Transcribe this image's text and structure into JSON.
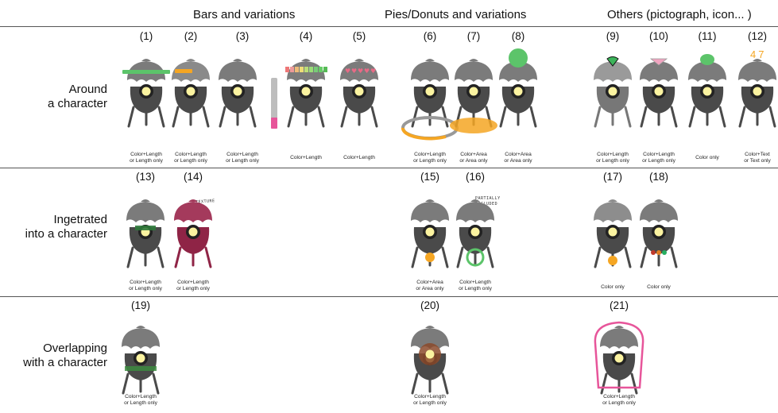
{
  "groups": [
    {
      "title": "Bars and variations"
    },
    {
      "title": "Pies/Donuts and variations"
    },
    {
      "title": "Others (pictograph, icon... )"
    }
  ],
  "columns": [
    "(1)",
    "(2)",
    "(3)",
    "(4)",
    "(5)",
    "(6)",
    "(7)",
    "(8)",
    "(9)",
    "(10)",
    "(11)",
    "(12)",
    "(13)",
    "(14)",
    "(15)",
    "(16)",
    "(17)",
    "(18)",
    "(19)",
    "(20)",
    "(21)"
  ],
  "rows": [
    {
      "line1": "Around",
      "line2": "a character"
    },
    {
      "line1": "Ingetrated",
      "line2": "into a character"
    },
    {
      "line1": "Overlapping",
      "line2": "with a character"
    }
  ],
  "captions": {
    "c1": [
      "Color+Length",
      "or Length only"
    ],
    "c2": [
      "Color+Length",
      "or Length only"
    ],
    "c3": [
      "Color+Length",
      "or Length only"
    ],
    "c4": [
      "Color+Length"
    ],
    "c5": [
      "Color+Length"
    ],
    "c6": [
      "Color+Length",
      "or Length only"
    ],
    "c7": [
      "Color+Area",
      "or Area only"
    ],
    "c8": [
      "Color+Area",
      "or Area only"
    ],
    "c9": [
      "Color+Length",
      "or Length only"
    ],
    "c10": [
      "Color+Length",
      "or Length only"
    ],
    "c11": [
      "Color only"
    ],
    "c12": [
      "Color+Text",
      "or Text only"
    ],
    "c13": [
      "Color+Length",
      "or Length only"
    ],
    "c14": [
      "Color+Length",
      "or Length only"
    ],
    "c15": [
      "Color+Area",
      "or Area only"
    ],
    "c16": [
      "Color+Length",
      "or Length only"
    ],
    "c17": [
      "Color only"
    ],
    "c18": [
      "Color only"
    ],
    "c19": [
      "Color+Length",
      "or Length only"
    ],
    "c20": [
      "Color+Length",
      "or Length only"
    ],
    "c21": [
      "Color+Length",
      "or Length only"
    ]
  },
  "annotations": {
    "texture": "TEXTURE",
    "occluded_1": "PARTIALLY",
    "occluded_2": "OCCLUDED",
    "number_12": "47"
  },
  "colors": {
    "body": "#4a4a4a",
    "body_light": "#7b7b7b",
    "eye": "#fbf3a0",
    "green": "#5cc46a",
    "orange": "#f5a623",
    "pink": "#e7559a",
    "crimson": "#8f2446",
    "gray_bar": "#bdbdbd"
  }
}
